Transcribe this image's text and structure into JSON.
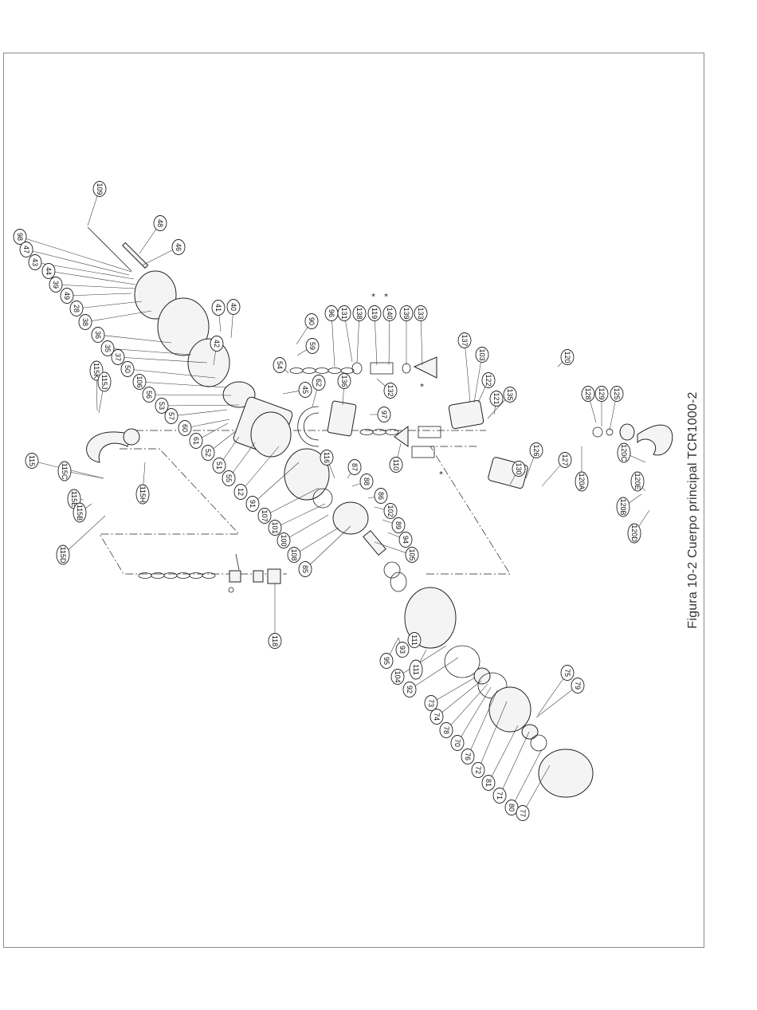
{
  "caption": "Figura 10-2 Cuerpo principal TCR1000-2",
  "callouts": [
    "109",
    "48",
    "98",
    "46",
    "47",
    "43",
    "44",
    "39",
    "49",
    "28",
    "38",
    "41",
    "40",
    "36",
    "35",
    "37",
    "42",
    "50",
    "106",
    "56",
    "53",
    "57",
    "60",
    "61",
    "52",
    "51",
    "55",
    "12",
    "91",
    "107",
    "101",
    "100",
    "108",
    "85",
    "90",
    "59",
    "54",
    "45",
    "62",
    "96",
    "131",
    "138",
    "119",
    "140",
    "139",
    "133",
    "132",
    "136",
    "97",
    "110",
    "116",
    "87",
    "88",
    "86",
    "102",
    "89",
    "94",
    "105",
    "115K",
    "115J",
    "115",
    "115C",
    "115E",
    "115B",
    "115D",
    "115H",
    "118",
    "120",
    "120A",
    "120B",
    "120C",
    "120D",
    "120E",
    "121",
    "122",
    "125",
    "126",
    "127",
    "128",
    "129",
    "130",
    "135",
    "137",
    "103",
    "104",
    "92",
    "95",
    "93",
    "111",
    "111b",
    "73",
    "74",
    "78",
    "70",
    "76",
    "72",
    "81",
    "71",
    "80",
    "77",
    "75",
    "79"
  ],
  "marker": "*"
}
